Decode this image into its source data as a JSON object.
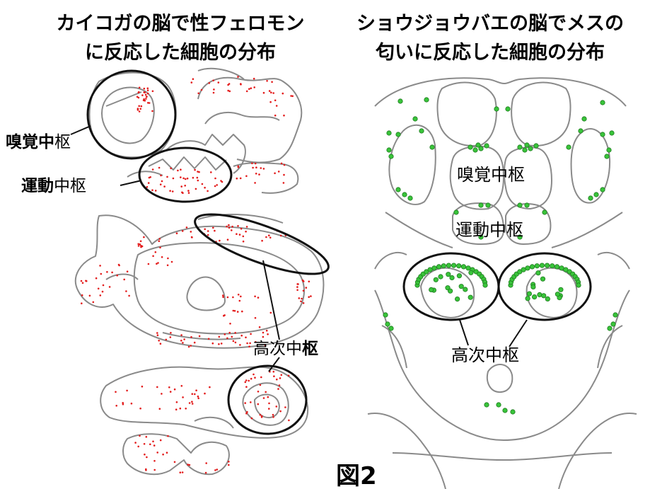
{
  "left_panel": {
    "title_line1": "カイコガの脳で性フェロモン",
    "title_line2": "に反応した細胞の分布",
    "label_olfactory_bold": "嗅覚中",
    "label_olfactory_rest": "枢",
    "label_motor_bold": "運動",
    "label_motor_rest": "中枢",
    "label_higher": "高次中",
    "label_higher_bold": "枢",
    "dot_color": "#e31b1b"
  },
  "right_panel": {
    "title_line1": "ショウジョウバエの脳でメスの",
    "title_line2": "匂いに反応した細胞の分布",
    "label_olfactory": "嗅覚中枢",
    "label_motor": "運動中枢",
    "label_higher": "高次中枢",
    "dot_color": "#39c43a"
  },
  "figure_label": "図2"
}
